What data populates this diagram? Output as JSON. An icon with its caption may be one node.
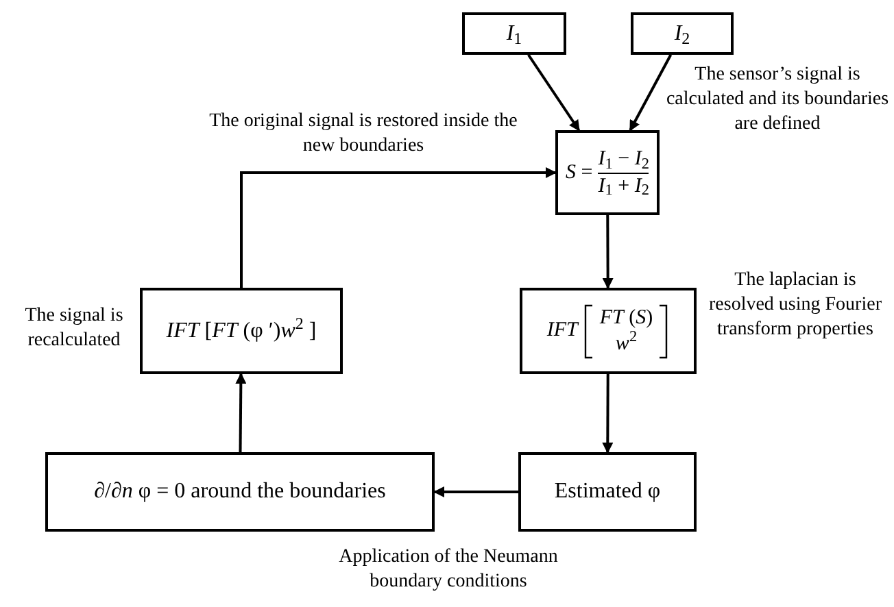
{
  "diagram": {
    "nodes": [
      {
        "text": [
          "*I*$_{1}$"
        ]
      },
      {
        "text": [
          "*I*$_{2}$"
        ]
      },
      {
        "text": [
          "*S* =",
          "*I*$_{1}$ − *I*$_{2}$",
          "*I*$_{1}$ + *I*$_{2}$"
        ],
        "beside": [
          "The sensor’s signal is calculated and its boundaries are defined"
        ]
      },
      {
        "text": [
          "*IFT*",
          "*FT* (*S*)",
          "*w*$^{2}$"
        ],
        "beside": [
          "The laplacian is resolved using Fourier transform properties"
        ]
      },
      {
        "text": [
          "Estimated φ"
        ]
      },
      {
        "text": [
          "∂/∂*n* φ = 0 around the boundaries"
        ],
        "beside": [
          "Application of the Neumann boundary conditions"
        ]
      },
      {
        "text": [
          "*IFT* [*FT* (φ ′)*w*$^{2}$ ]"
        ],
        "beside": [
          "The signal is recalculated"
        ]
      }
    ],
    "edges": [
      {
        "from": 0,
        "to": 2,
        "arrow": "to"
      },
      {
        "from": 1,
        "to": 2,
        "arrow": "to"
      },
      {
        "from": 2,
        "to": 3,
        "arrow": "to"
      },
      {
        "from": 3,
        "to": 4,
        "arrow": "to"
      },
      {
        "from": 4,
        "to": 5,
        "arrow": "to"
      },
      {
        "from": 5,
        "to": 6,
        "arrow": "to"
      },
      {
        "from": 6,
        "to": 2,
        "arrow": "to",
        "label": "The original signal is restored inside the new boundaries"
      }
    ]
  }
}
